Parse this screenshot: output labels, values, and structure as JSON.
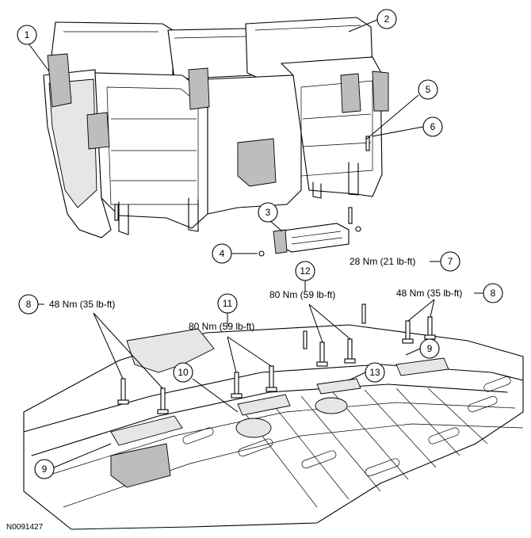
{
  "callouts": [
    {
      "id": "c1",
      "num": "1"
    },
    {
      "id": "c2",
      "num": "2"
    },
    {
      "id": "c3",
      "num": "3"
    },
    {
      "id": "c4",
      "num": "4"
    },
    {
      "id": "c5",
      "num": "5"
    },
    {
      "id": "c6",
      "num": "6"
    },
    {
      "id": "c7",
      "num": "7"
    },
    {
      "id": "c8a",
      "num": "8"
    },
    {
      "id": "c8b",
      "num": "8"
    },
    {
      "id": "c9a",
      "num": "9"
    },
    {
      "id": "c9b",
      "num": "9"
    },
    {
      "id": "c10",
      "num": "10"
    },
    {
      "id": "c11",
      "num": "11"
    },
    {
      "id": "c12",
      "num": "12"
    },
    {
      "id": "c13",
      "num": "13"
    }
  ],
  "torque_labels": {
    "t7": "28 Nm (21 lb-ft)",
    "t8_right": "48 Nm (35 lb-ft)",
    "t8_left": "48 Nm (35 lb-ft)",
    "t11": "80 Nm (59 lb-ft)",
    "t12": "80 Nm (59 lb-ft)"
  },
  "reference_code": "N0091427"
}
